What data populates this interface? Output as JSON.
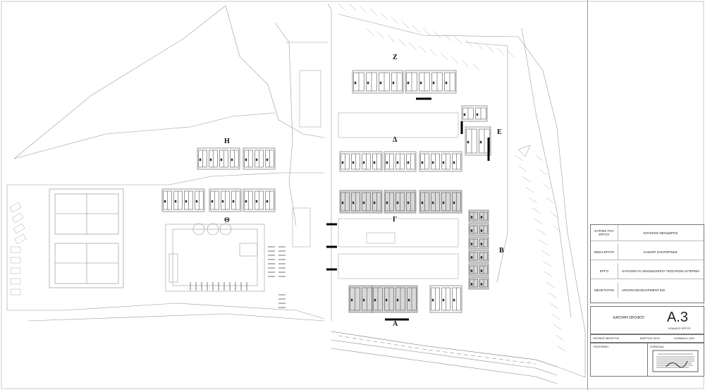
{
  "plan": {
    "zone_labels": {
      "z": "Z",
      "d": "Δ",
      "e": "E",
      "h": "H",
      "g": "Γ",
      "th": "Θ",
      "b": "B",
      "a": "A"
    }
  },
  "title_block": {
    "owner_label": "ΚΥΡΙΟΣ ΤΟΥ ΕΡΓΟΥ",
    "owner_value": "ΚΟΥΣΚΟΣ ΘΕΟΔΩΡΟΣ",
    "location_label": "ΘΕΣΗ ΕΡΓΟΥ",
    "location_value": "ΚΑΜΑΡΙ ΣΑΝΤΟΡΙΝΗΣ",
    "project_label": "ΕΡΓΟ",
    "project_value": "ΚΑΤΑΣΚΕΥΗ ΞΕΝΟΔΟΧΕΙΟΥ ΤΕΣΣΑΡΩΝ ΑΣΤΕΡΩΝ",
    "designer_label": "ΜΕΛΕΤΗΤΗΣ",
    "designer_value": "ARGON DEVELOPMENT IKE",
    "drawing_title": "ΚΑΤΟΨΗ ΟΡΟΦΟΥ",
    "drawing_code": "Α.3",
    "drawing_code_label": "ΚΩΔΙΚΟΣ ΕΡΓΟΥ",
    "date_label": "ΧΡΟΝΟΣ ΜΕΛΕΤΗΣ",
    "date_value": "ΜΑΡΤΙΟΣ 2019",
    "scale_value": "ΚΛΙΜΑΚΑ 1:200",
    "signature_label": "ΥΠΟΓΡΑΦΗ",
    "stamp_label": "ΣΦΡΑΓΙΔΑ"
  }
}
